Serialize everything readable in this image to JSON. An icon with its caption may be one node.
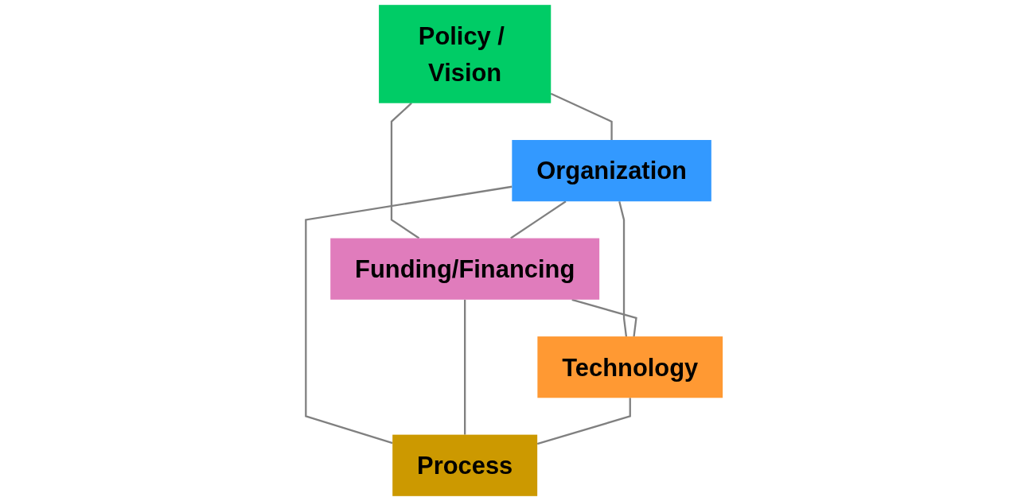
{
  "diagram": {
    "nodes": [
      {
        "text": [
          "Policy / Vision"
        ]
      },
      {
        "text": [
          "Organization"
        ]
      },
      {
        "text": [
          "Funding/Financing"
        ]
      },
      {
        "text": [
          "Technology"
        ]
      },
      {
        "text": [
          "Process"
        ]
      }
    ],
    "edges": [
      {
        "from": 0,
        "to": 1,
        "arrow": "none"
      },
      {
        "from": 0,
        "to": 2,
        "arrow": "none"
      },
      {
        "from": 1,
        "to": 2,
        "arrow": "none"
      },
      {
        "from": 1,
        "to": 3,
        "arrow": "none"
      },
      {
        "from": 1,
        "to": 4,
        "arrow": "none"
      },
      {
        "from": 2,
        "to": 3,
        "arrow": "none"
      },
      {
        "from": 2,
        "to": 4,
        "arrow": "none"
      },
      {
        "from": 3,
        "to": 4,
        "arrow": "none"
      }
    ]
  }
}
